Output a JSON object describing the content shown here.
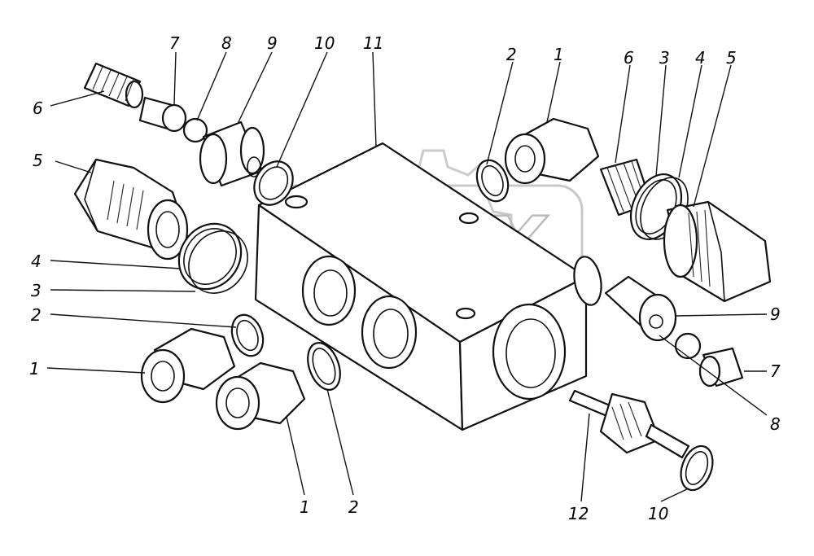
{
  "watermark": {
    "text": "OPEX"
  },
  "callouts": [
    {
      "id": "c-top-6",
      "text": "6"
    },
    {
      "id": "c-top-7",
      "text": "7"
    },
    {
      "id": "c-top-8",
      "text": "8"
    },
    {
      "id": "c-top-9",
      "text": "9"
    },
    {
      "id": "c-top-10",
      "text": "10"
    },
    {
      "id": "c-top-11",
      "text": "11"
    },
    {
      "id": "c-top-2",
      "text": "2"
    },
    {
      "id": "c-top-1",
      "text": "1"
    },
    {
      "id": "c-right-6",
      "text": "6"
    },
    {
      "id": "c-right-3",
      "text": "3"
    },
    {
      "id": "c-right-4",
      "text": "4"
    },
    {
      "id": "c-right-5",
      "text": "5"
    },
    {
      "id": "c-left-5",
      "text": "5"
    },
    {
      "id": "c-left-4",
      "text": "4"
    },
    {
      "id": "c-left-3",
      "text": "3"
    },
    {
      "id": "c-left-2",
      "text": "2"
    },
    {
      "id": "c-left-1",
      "text": "1"
    },
    {
      "id": "c-bottom-1",
      "text": "1"
    },
    {
      "id": "c-bottom-2",
      "text": "2"
    },
    {
      "id": "c-bottom-12",
      "text": "12"
    },
    {
      "id": "c-bottom-10",
      "text": "10"
    },
    {
      "id": "c-right-9",
      "text": "9"
    },
    {
      "id": "c-right-7",
      "text": "7"
    },
    {
      "id": "c-right-8",
      "text": "8"
    }
  ]
}
